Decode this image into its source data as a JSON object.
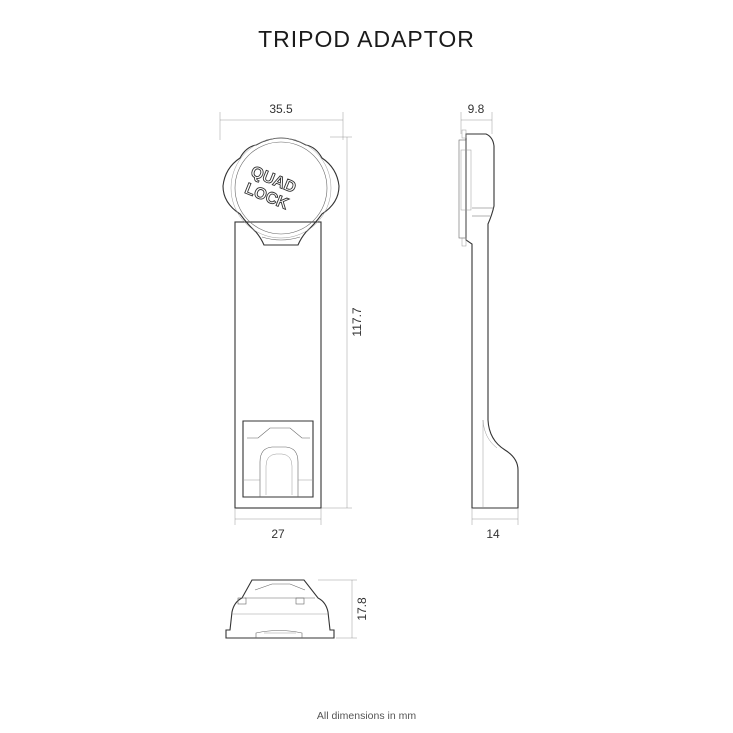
{
  "title": "TRIPOD ADAPTOR",
  "footer": "All dimensions in mm",
  "logo": {
    "line1": "QUAD",
    "line2": "LOCK"
  },
  "dimensions": {
    "front_top_width": "35.5",
    "front_height": "117.7",
    "front_bottom_width": "27",
    "side_top_thickness": "9.8",
    "side_bottom_depth": "14",
    "bottom_height": "17.8"
  }
}
